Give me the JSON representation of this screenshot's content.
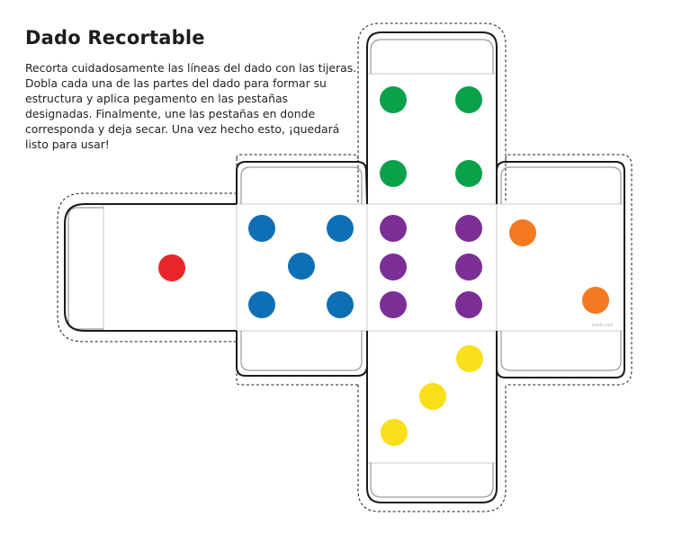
{
  "document": {
    "title": "Dado Recortable",
    "instructions": "Recorta cuidadosamente las líneas del dado con las tijeras. Dobla cada una de las partes del dado para formar su estructura y aplica pegamento en las pestañas designadas. Finalmente, une las pestañas en donde corresponda y deja secar. Una vez hecho esto, ¡quedará listo para usar!",
    "watermark": "twinkl.com"
  },
  "dice_faces": [
    {
      "name": "face-one",
      "pips": 1,
      "color": "#e8262a"
    },
    {
      "name": "face-two",
      "pips": 2,
      "color": "#f37a20"
    },
    {
      "name": "face-three",
      "pips": 3,
      "color": "#fadf1b"
    },
    {
      "name": "face-four",
      "pips": 4,
      "color": "#0ba14b"
    },
    {
      "name": "face-five",
      "pips": 5,
      "color": "#0f6fb4"
    },
    {
      "name": "face-six",
      "pips": 6,
      "color": "#7b2f96"
    }
  ],
  "colors": {
    "outline": "#1a1a1a",
    "fold_line": "#c8c8c8",
    "tab_inner": "#9a9a9a"
  }
}
